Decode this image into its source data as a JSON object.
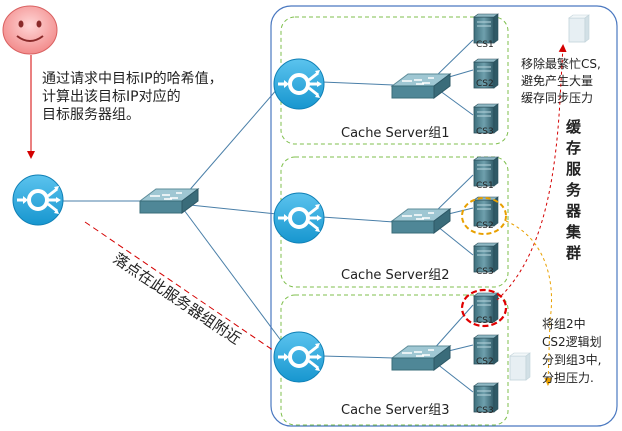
{
  "left_note": [
    "通过请求中目标IP的哈希值，",
    "计算出该目标IP对应的",
    "目标服务器组。"
  ],
  "diagonal_label": "落点在此服务器组附近",
  "cluster_label": [
    "缓",
    "存",
    "服",
    "务",
    "器",
    "集",
    "群"
  ],
  "remove_note": [
    "移除最繁忙CS,",
    "避免产生大量",
    "缓存同步压力"
  ],
  "reassign_note": [
    "将组2中",
    "CS2逻辑划",
    "分到组3中,",
    "分担压力."
  ],
  "groups": [
    {
      "label": "Cache Server组1",
      "servers": [
        "CS1",
        "CS2",
        "CS3"
      ]
    },
    {
      "label": "Cache Server组2",
      "servers": [
        "CS1",
        "CS2",
        "CS3"
      ]
    },
    {
      "label": "Cache Server组3",
      "servers": [
        "CS1",
        "CS2",
        "CS3"
      ]
    }
  ],
  "colors": {
    "accent_blue": "#1aa3dc",
    "router_blue": "#29a9e0",
    "cluster_red": "#d40000",
    "highlight_yellow": "#e8a000",
    "highlight_red": "#e00000",
    "group_border": "#7fbf4d",
    "outer_border": "#4a78c0"
  },
  "icons": [
    "smiley-face-icon",
    "router-icon",
    "switch-icon",
    "server-icon"
  ]
}
